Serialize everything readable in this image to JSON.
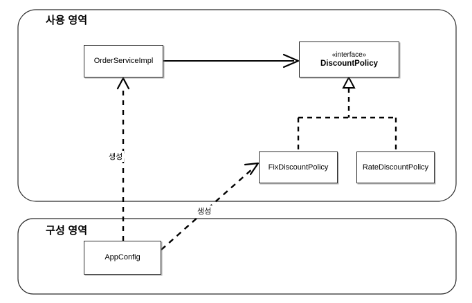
{
  "diagram": {
    "type": "uml-class-diagram",
    "background_color": "#ffffff",
    "line_color": "#2b2b2b",
    "text_color": "#000000",
    "zones": [
      {
        "id": "usage",
        "title": "사용 영역"
      },
      {
        "id": "config",
        "title": "구성 영역"
      }
    ],
    "nodes": [
      {
        "id": "order-service-impl",
        "label": "OrderServiceImpl",
        "stereotype": "",
        "zone": "usage"
      },
      {
        "id": "discount-policy",
        "label": "DiscountPolicy",
        "stereotype": "«interface»",
        "zone": "usage"
      },
      {
        "id": "fix-discount-policy",
        "label": "FixDiscountPolicy",
        "stereotype": "",
        "zone": "usage"
      },
      {
        "id": "rate-discount-policy",
        "label": "RateDiscountPolicy",
        "stereotype": "",
        "zone": "usage"
      },
      {
        "id": "app-config",
        "label": "AppConfig",
        "stereotype": "",
        "zone": "config"
      }
    ],
    "edges": [
      {
        "id": "order-service-impl-to-discount-policy",
        "from": "order-service-impl",
        "to": "discount-policy",
        "style": "solid",
        "arrow": "open-arrow",
        "label": ""
      },
      {
        "id": "fix-discount-policy-realizes-discount-policy",
        "from": "fix-discount-policy",
        "to": "discount-policy",
        "style": "dashed",
        "arrow": "hollow-triangle",
        "label": ""
      },
      {
        "id": "rate-discount-policy-realizes-discount-policy",
        "from": "rate-discount-policy",
        "to": "discount-policy",
        "style": "dashed",
        "arrow": "hollow-triangle",
        "label": ""
      },
      {
        "id": "app-config-creates-order-service-impl",
        "from": "app-config",
        "to": "order-service-impl",
        "style": "dashed",
        "arrow": "open-arrow",
        "label": "생성"
      },
      {
        "id": "app-config-creates-fix-discount-policy",
        "from": "app-config",
        "to": "fix-discount-policy",
        "style": "dashed",
        "arrow": "open-arrow",
        "label": "생성"
      }
    ]
  }
}
